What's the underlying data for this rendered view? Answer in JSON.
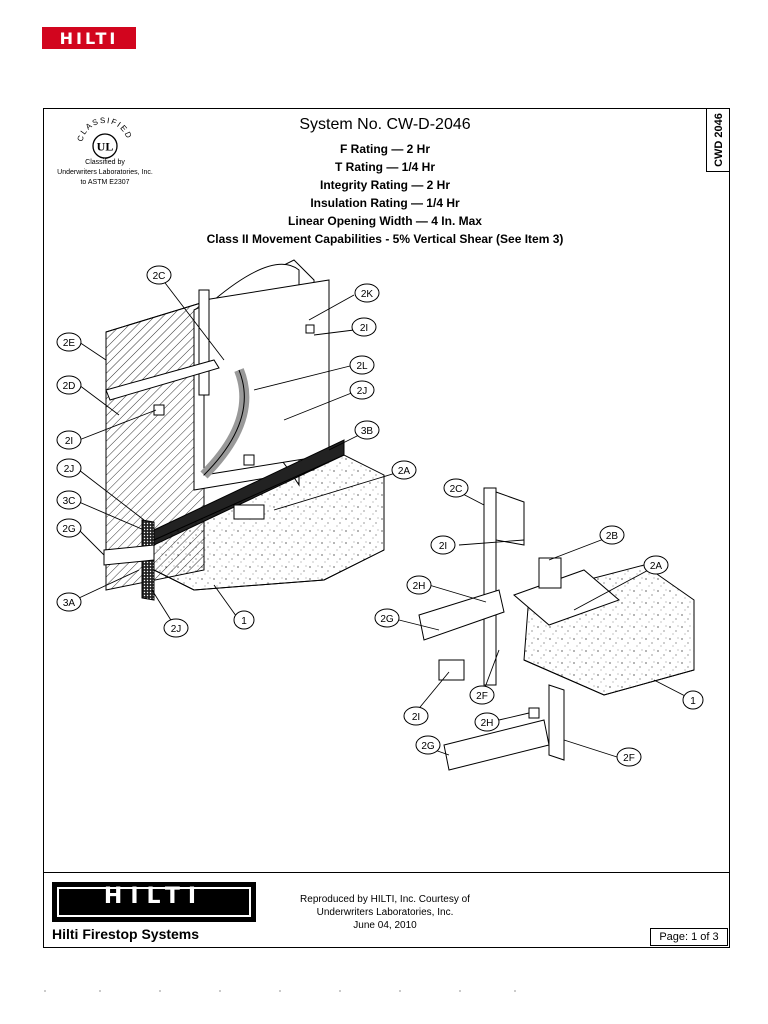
{
  "brand": {
    "logo_text": "HILTI",
    "accent_color": "#d2051e"
  },
  "header": {
    "ul_mark": {
      "ring_text": "CLASSIFIED",
      "monogram": "UL"
    },
    "ul_note": [
      "Classified by",
      "Underwriters Laboratories, Inc.",
      "to ASTM E2307"
    ],
    "system_title": "System No. CW-D-2046",
    "ratings": [
      "F Rating — 2 Hr",
      "T Rating — 1/4 Hr",
      "Integrity Rating — 2 Hr",
      "Insulation Rating — 1/4 Hr",
      "Linear Opening Width — 4 In. Max",
      "Class II Movement Capabilities - 5% Vertical Shear (See Item 3)"
    ],
    "side_tag": "CWD 2046"
  },
  "callouts": {
    "left": [
      "2C",
      "2K",
      "2I",
      "2E",
      "2L",
      "2D",
      "2J",
      "3B",
      "2I",
      "2A",
      "2J",
      "3C",
      "2G",
      "3A",
      "1",
      "2J"
    ],
    "right": [
      "2C",
      "2B",
      "2I",
      "2A",
      "2H",
      "2G",
      "1",
      "2F",
      "2I",
      "2H",
      "2G",
      "2F"
    ]
  },
  "footer": {
    "logo_text": "HILTI",
    "brand_line": "Hilti Firestop Systems",
    "reproduced": [
      "Reproduced by HILTI, Inc. Courtesy of",
      "Underwriters Laboratories, Inc.",
      "June 04, 2010"
    ],
    "page": "Page: 1 of 3"
  }
}
